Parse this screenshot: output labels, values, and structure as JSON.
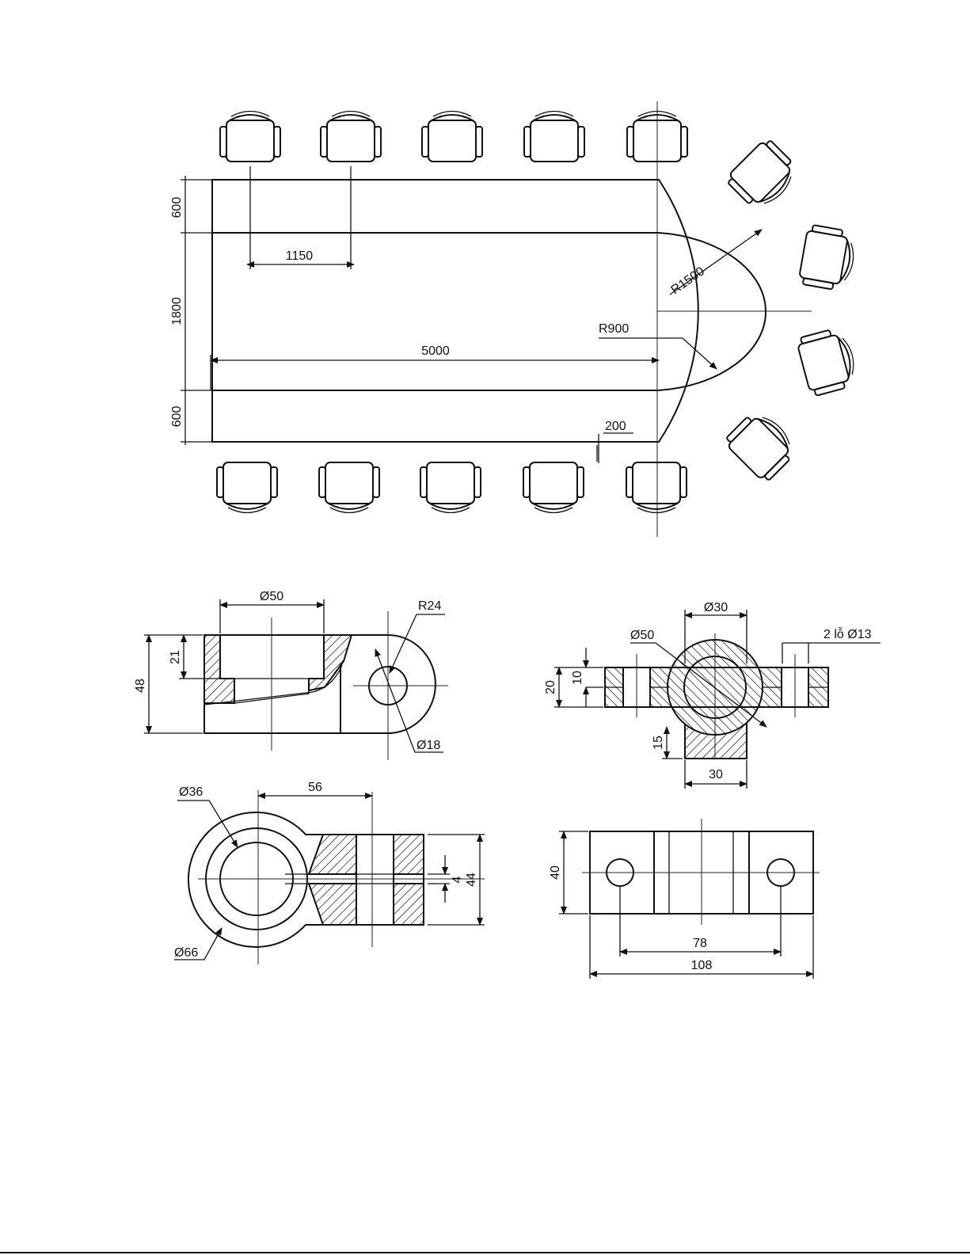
{
  "conference_table": {
    "dims": {
      "top_end": "600",
      "middle": "1800",
      "bottom_end": "600",
      "chair_spacing": "1150",
      "length": "5000",
      "outer_radius": "R1500",
      "inner_radius": "R900",
      "offset": "200"
    }
  },
  "part_a": {
    "front": {
      "dia_top": "Ø50",
      "radius": "R24",
      "height_total": "48",
      "depth": "21",
      "hole": "Ø18"
    },
    "top": {
      "outer_dia": "Ø66",
      "inner_dia": "Ø36",
      "length": "56",
      "slot": "4",
      "width": "44"
    }
  },
  "part_b": {
    "front": {
      "boss_dia": "Ø30",
      "outer_dia": "Ø50",
      "holes": "2 lỗ Ø13",
      "height": "20",
      "plate": "10",
      "base": "15",
      "base_width": "30"
    },
    "top": {
      "height": "40",
      "hole_spacing": "78",
      "length": "108"
    }
  }
}
